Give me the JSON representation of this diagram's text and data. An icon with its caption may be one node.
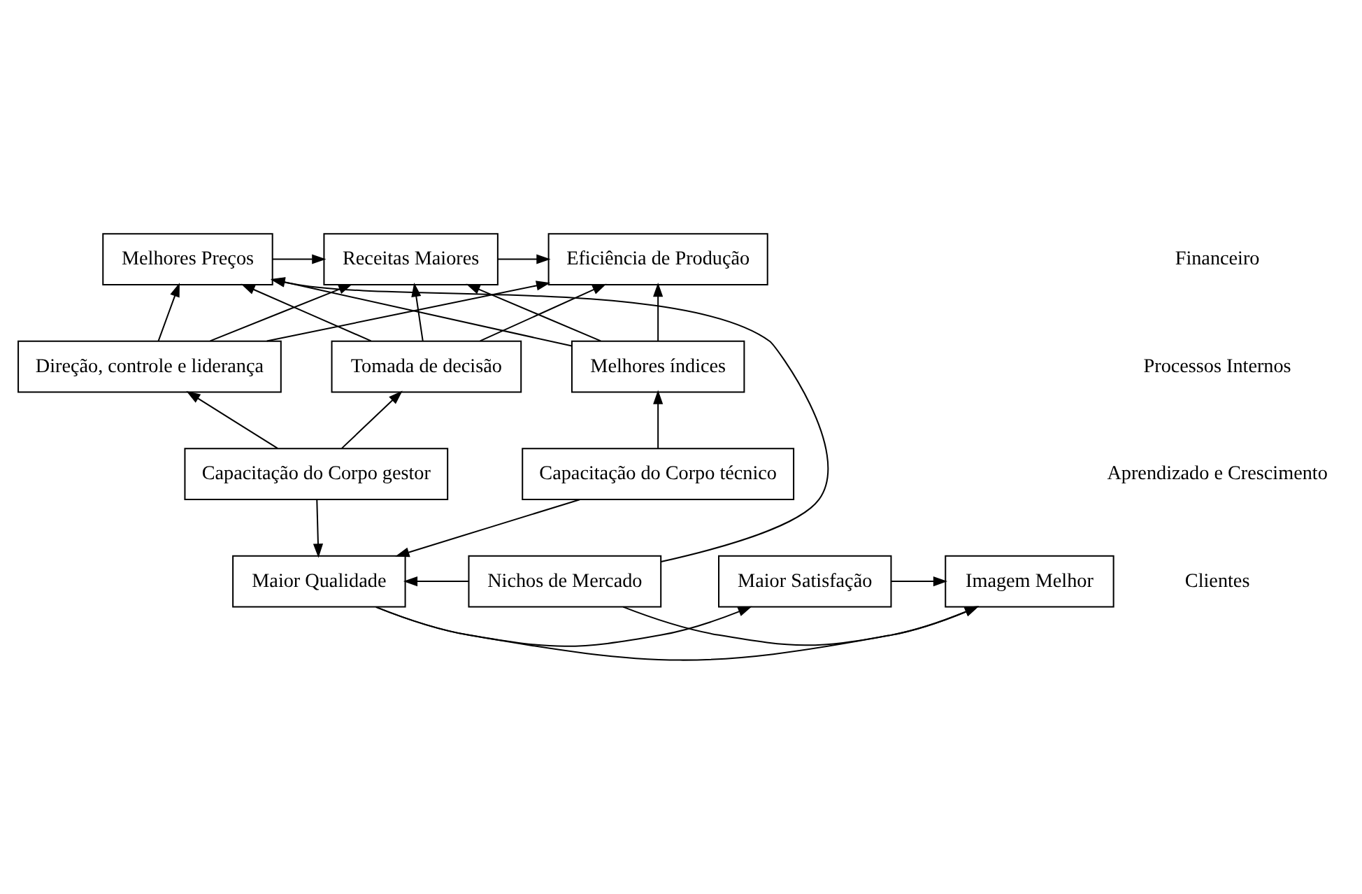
{
  "diagram": {
    "nodes": [
      {
        "text": [
          "Melhores Preços"
        ]
      },
      {
        "text": [
          "Receitas Maiores"
        ]
      },
      {
        "text": [
          "Eficiência de Produção"
        ]
      },
      {
        "text": [
          "Melhores índices"
        ]
      },
      {
        "text": [
          "Tomada de decisão"
        ]
      },
      {
        "text": [
          "Direção, controle e liderança"
        ]
      },
      {
        "text": [
          "Capacitação do Corpo técnico"
        ]
      },
      {
        "text": [
          "Capacitação do Corpo gestor"
        ]
      },
      {
        "text": [
          "Nichos de Mercado"
        ]
      },
      {
        "text": [
          "Maior Qualidade"
        ]
      },
      {
        "text": [
          "Maior Satisfação"
        ]
      },
      {
        "text": [
          "Imagem Melhor"
        ]
      }
    ],
    "edges": [
      {
        "from": 0,
        "to": 1,
        "arrow": "to"
      },
      {
        "from": 1,
        "to": 2,
        "arrow": "to"
      },
      {
        "from": 3,
        "to": 0,
        "arrow": "to"
      },
      {
        "from": 3,
        "to": 1,
        "arrow": "to"
      },
      {
        "from": 3,
        "to": 2,
        "arrow": "to"
      },
      {
        "from": 4,
        "to": 0,
        "arrow": "to"
      },
      {
        "from": 4,
        "to": 1,
        "arrow": "to"
      },
      {
        "from": 4,
        "to": 2,
        "arrow": "to"
      },
      {
        "from": 5,
        "to": 0,
        "arrow": "to"
      },
      {
        "from": 5,
        "to": 1,
        "arrow": "to"
      },
      {
        "from": 5,
        "to": 2,
        "arrow": "to"
      },
      {
        "from": 6,
        "to": 3,
        "arrow": "to"
      },
      {
        "from": 7,
        "to": 4,
        "arrow": "to"
      },
      {
        "from": 7,
        "to": 5,
        "arrow": "to"
      },
      {
        "from": 6,
        "to": 9,
        "arrow": "to"
      },
      {
        "from": 7,
        "to": 9,
        "arrow": "to"
      },
      {
        "from": 8,
        "to": 9,
        "arrow": "to"
      },
      {
        "from": 9,
        "to": 10,
        "arrow": "to"
      },
      {
        "from": 10,
        "to": 11,
        "arrow": "to"
      },
      {
        "from": 8,
        "to": 11,
        "arrow": "to"
      },
      {
        "from": 9,
        "to": 11,
        "arrow": "to"
      },
      {
        "from": 8,
        "to": 0,
        "arrow": "to"
      }
    ],
    "labels": [
      "Financeiro",
      "Processos Internos",
      "Aprendizado e Crescimento",
      "Clientes"
    ]
  }
}
